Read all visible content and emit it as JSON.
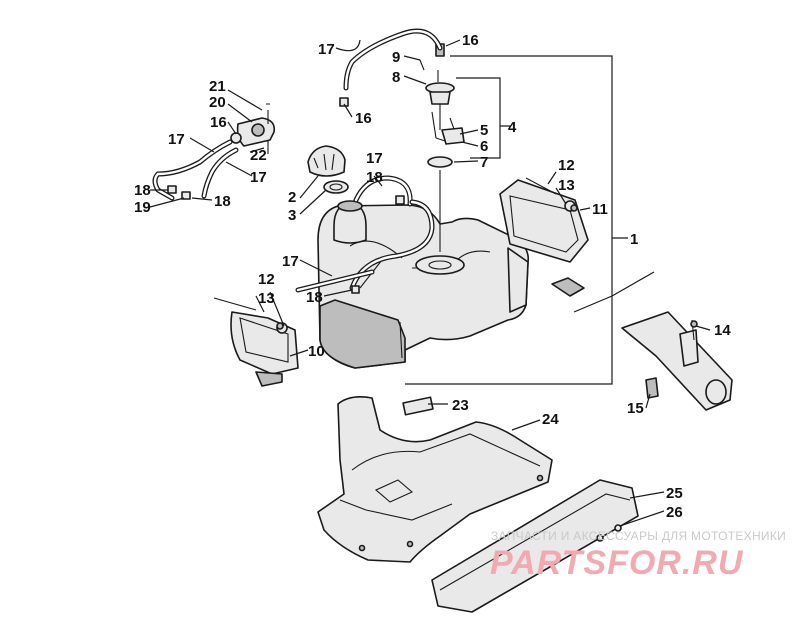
{
  "callouts": {
    "c1": "1",
    "c2": "2",
    "c3": "3",
    "c4": "4",
    "c5": "5",
    "c6": "6",
    "c7": "7",
    "c8": "8",
    "c9": "9",
    "c10": "10",
    "c11": "11",
    "c12a": "12",
    "c12b": "12",
    "c13a": "13",
    "c13b": "13",
    "c14": "14",
    "c15": "15",
    "c16a": "16",
    "c16b": "16",
    "c16c": "16",
    "c17a": "17",
    "c17b": "17",
    "c17c": "17",
    "c17d": "17",
    "c17e": "17",
    "c18a": "18",
    "c18b": "18",
    "c18c": "18",
    "c18d": "18",
    "c19": "19",
    "c20": "20",
    "c21": "21",
    "c22": "22",
    "c23": "23",
    "c24": "24",
    "c25": "25",
    "c26": "26"
  },
  "watermark": {
    "tagline": "ЗАПЧАСТИ И АКСЕССУАРЫ ДЛЯ МОТОТЕХНИКИ",
    "logo": "PARTSFOR.RU"
  }
}
